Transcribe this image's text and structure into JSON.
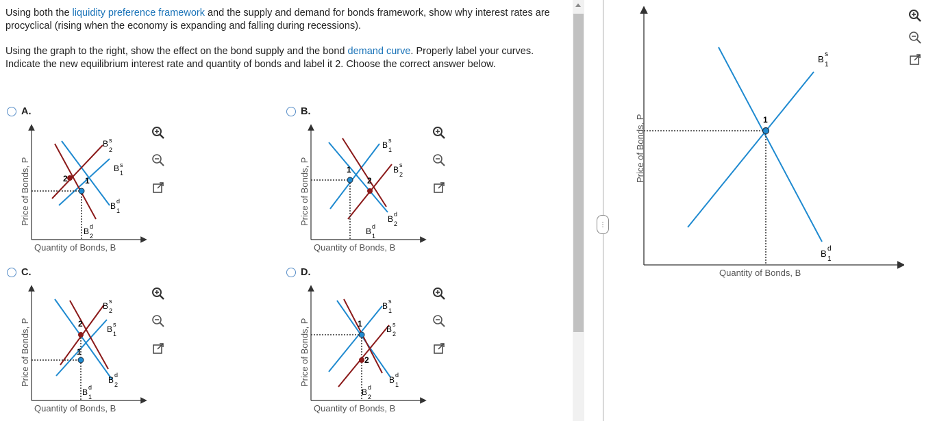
{
  "question": {
    "p1_pre": "Using both the ",
    "p1_link1": "liquidity preference framework",
    "p1_mid": " and the supply and demand for bonds framework, show why interest rates are procyclical (rising when the economy is expanding and falling during recessions).",
    "p2_pre": "Using the graph to the right, show the effect on the bond supply and the bond ",
    "p2_link": "demand curve",
    "p2_post": ". Properly label your curves. Indicate the new equilibrium interest rate and quantity of bonds and label it 2. Choose the correct answer below."
  },
  "options": [
    {
      "letter": "A."
    },
    {
      "letter": "B."
    },
    {
      "letter": "C."
    },
    {
      "letter": "D."
    }
  ],
  "axis": {
    "y": "Price of Bonds, P",
    "x": "Quantity of Bonds, B"
  },
  "labels": {
    "bs": "B",
    "sup": "s",
    "dsup": "d",
    "one": "1",
    "two": "2",
    "pt1": "1",
    "pt2": "2"
  },
  "colors": {
    "blue": "#1f8ad0",
    "red": "#8b1a1a",
    "axis": "#333"
  },
  "icons": [
    "zoom-in-icon",
    "zoom-out-icon",
    "popout-icon"
  ]
}
